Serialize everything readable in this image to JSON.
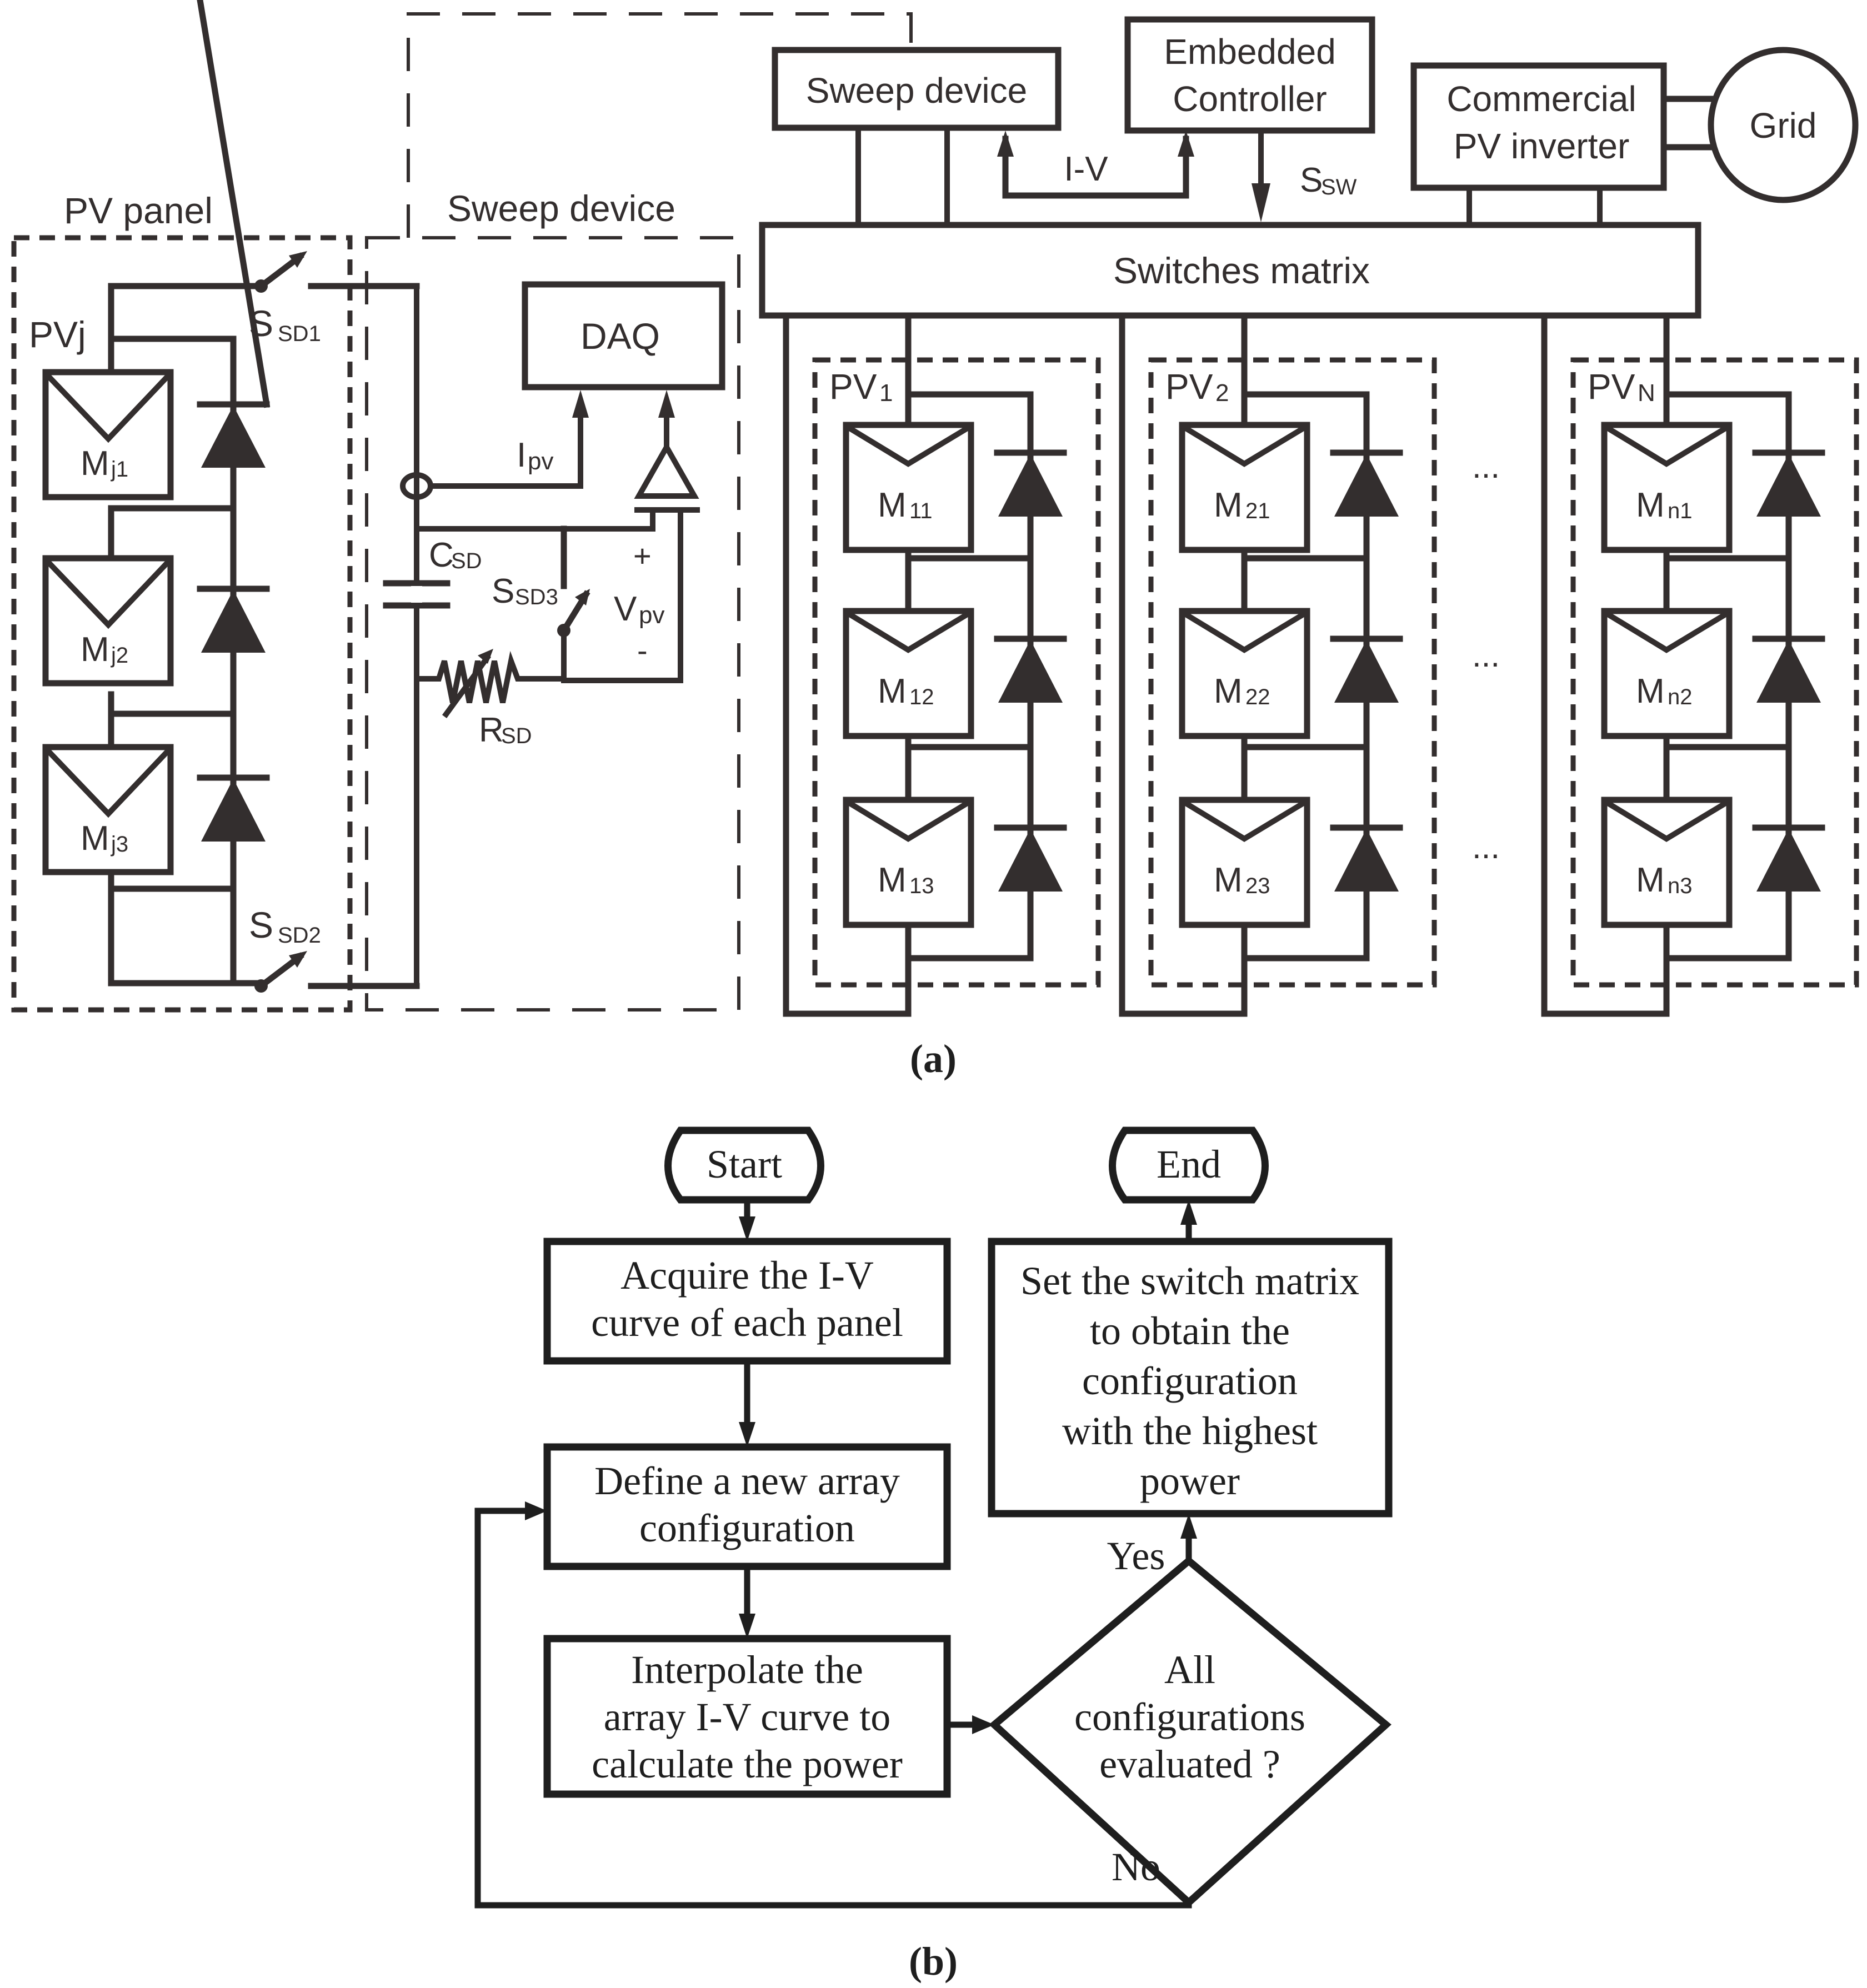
{
  "figure_a": {
    "caption": "(a)",
    "pv_panel": {
      "title": "PV panel",
      "string_label": "PVj",
      "modules": [
        {
          "base": "M",
          "sub": "j1"
        },
        {
          "base": "M",
          "sub": "j2"
        },
        {
          "base": "M",
          "sub": "j3"
        }
      ],
      "switch_top": {
        "base": "S",
        "sub": "SD1"
      },
      "switch_bottom": {
        "base": "S",
        "sub": "SD2"
      }
    },
    "sweep_device_detail": {
      "title": "Sweep device",
      "daq_label": "DAQ",
      "current_label": {
        "base": "I",
        "sub": "pv"
      },
      "capacitor_label": {
        "base": "C",
        "sub": "SD"
      },
      "switch_label": {
        "base": "S",
        "sub": "SD3"
      },
      "voltage_label": {
        "base": "V",
        "sub": "pv"
      },
      "plus": "+",
      "minus": "-",
      "resistor_label": {
        "base": "R",
        "sub": "SD"
      }
    },
    "system": {
      "sweep_device": "Sweep device",
      "controller_line1": "Embedded",
      "controller_line2": "Controller",
      "inverter_line1": "Commercial",
      "inverter_line2": "PV inverter",
      "grid": "Grid",
      "iv_signal": "I-V",
      "switch_signal": {
        "base": "S",
        "sub": "SW"
      },
      "switches_matrix": "Switches matrix",
      "ellipsis": "...",
      "strings": [
        {
          "label_base": "PV",
          "label_sub": "1",
          "modules": [
            {
              "base": "M",
              "sub": "11"
            },
            {
              "base": "M",
              "sub": "12"
            },
            {
              "base": "M",
              "sub": "13"
            }
          ]
        },
        {
          "label_base": "PV",
          "label_sub": "2",
          "modules": [
            {
              "base": "M",
              "sub": "21"
            },
            {
              "base": "M",
              "sub": "22"
            },
            {
              "base": "M",
              "sub": "23"
            }
          ]
        },
        {
          "label_base": "PV",
          "label_sub": "N",
          "modules": [
            {
              "base": "M",
              "sub": "n1"
            },
            {
              "base": "M",
              "sub": "n2"
            },
            {
              "base": "M",
              "sub": "n3"
            }
          ]
        }
      ]
    }
  },
  "figure_b": {
    "caption": "(b)",
    "start": "Start",
    "end": "End",
    "step1": [
      "Acquire the I-V",
      "curve of each panel"
    ],
    "step2": [
      "Define a new array",
      "configuration"
    ],
    "step3": [
      "Interpolate the",
      "array I-V curve to",
      "calculate the power"
    ],
    "decision": [
      "All",
      "configurations",
      "evaluated ?"
    ],
    "final": [
      "Set the switch matrix",
      "to obtain the",
      "configuration",
      "with the highest",
      "power"
    ],
    "yes": "Yes",
    "no": "No"
  }
}
